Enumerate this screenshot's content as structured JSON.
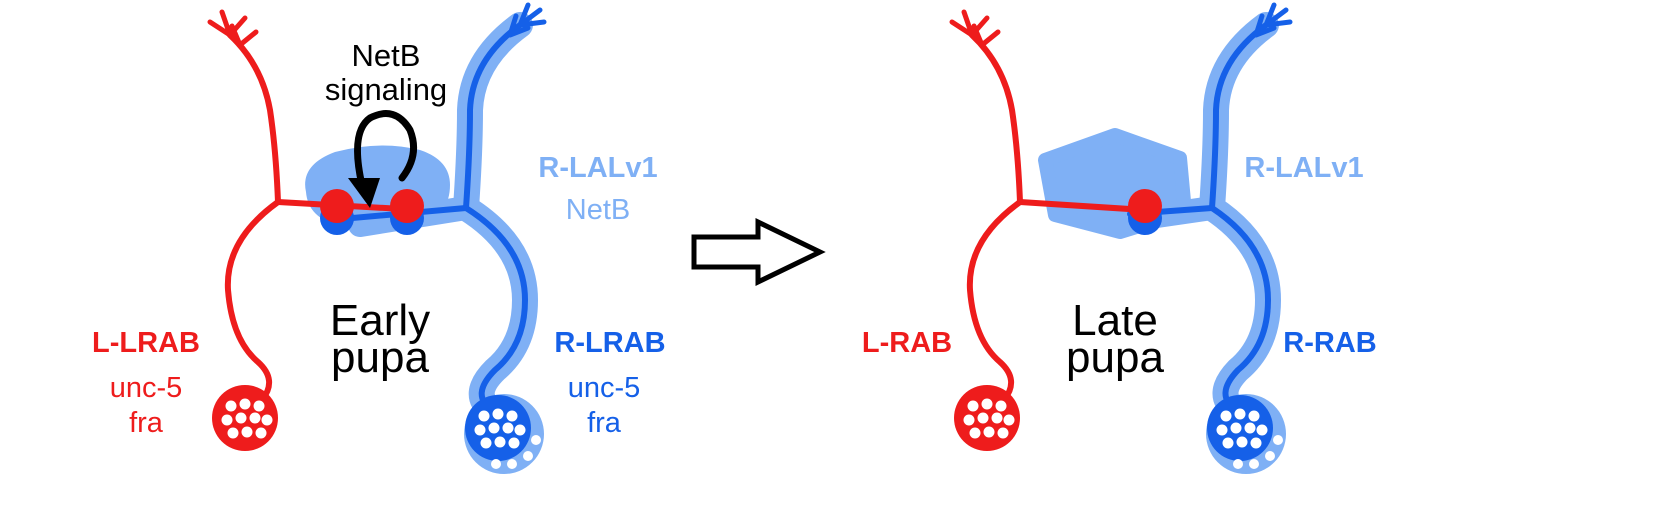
{
  "colors": {
    "red": "#ee1c1c",
    "blue": "#1560e8",
    "light_blue": "#7fb0f5",
    "black": "#000000"
  },
  "early": {
    "signal_label_line1": "NetB",
    "signal_label_line2": "signaling",
    "left_neuron_name": "L-LRAB",
    "left_gene_1": "unc-5",
    "left_gene_2": "fra",
    "right_neuron_name": "R-LRAB",
    "right_gene_1": "unc-5",
    "right_gene_2": "fra",
    "support_cell_name": "R-LALv1",
    "support_cell_gene": "NetB",
    "stage_line1": "Early",
    "stage_line2": "pupa"
  },
  "late": {
    "left_neuron_name": "L-RAB",
    "right_neuron_name": "R-RAB",
    "support_cell_name": "R-LALv1",
    "stage_line1": "Late",
    "stage_line2": "pupa"
  },
  "arrow_icon": "right-arrow-outline"
}
